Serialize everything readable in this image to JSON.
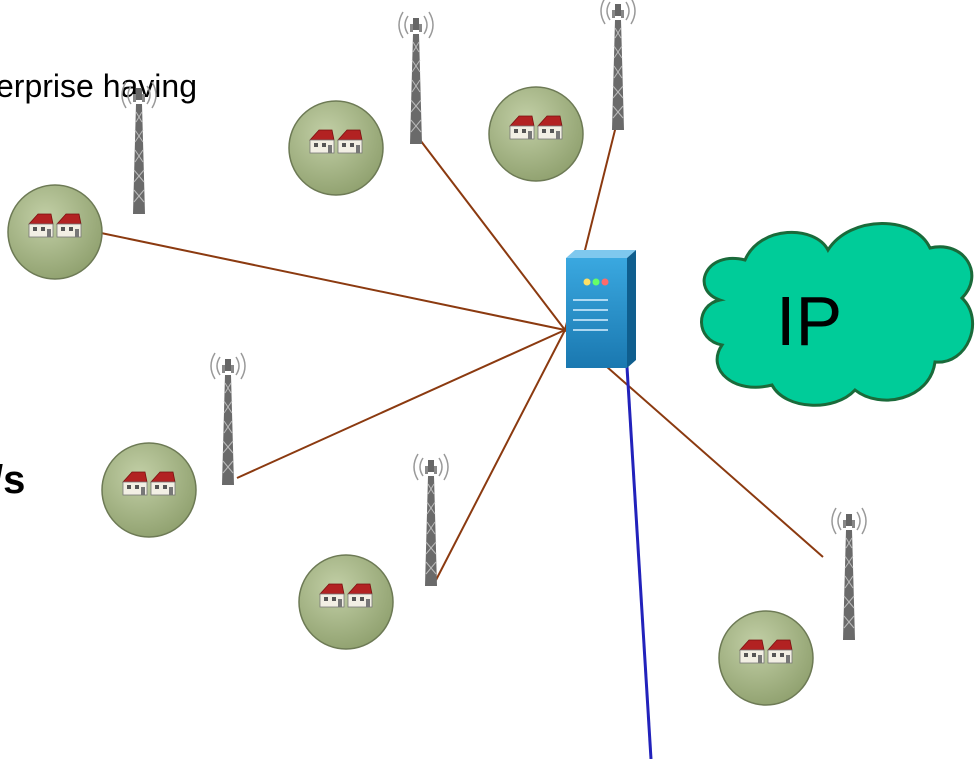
{
  "slide_text": {
    "line_1": "erprise having",
    "line_2": "/s"
  },
  "cloud": {
    "label": "IP",
    "fill": "#00cc99"
  },
  "colors": {
    "link_line": "#8b3a10",
    "uplink_line": "#2222bb",
    "site_circle": "#a8b88c",
    "server_body": "#1f8fc8",
    "tower": "#7a7a7a",
    "house_roof": "#b22222"
  },
  "icons": {
    "server": "server-icon",
    "tower": "cell-tower-icon",
    "site": "house-pair-icon",
    "cloud": "cloud-icon"
  }
}
